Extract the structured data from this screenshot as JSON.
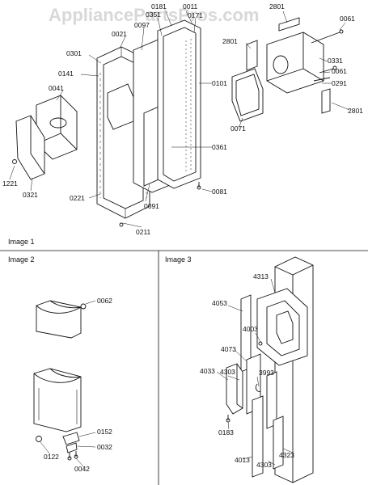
{
  "watermark": "AppliancePartsPros.com",
  "panels": [
    {
      "caption": "Image 1"
    },
    {
      "caption": "Image 2"
    },
    {
      "caption": "Image 3"
    }
  ],
  "image1": {
    "labels": [
      "0181",
      "0011",
      "0351",
      "0171",
      "2801",
      "0061",
      "0021",
      "0097",
      "0331",
      "2801",
      "0301",
      "0141",
      "0061",
      "0101",
      "0291",
      "0041",
      "0071",
      "2801",
      "0361",
      "0221",
      "0081",
      "1221",
      "0321",
      "0091",
      "0211"
    ]
  },
  "image2": {
    "labels": [
      "0062",
      "0152",
      "0032",
      "0122",
      "0042"
    ]
  },
  "image3": {
    "labels": [
      "4313",
      "4053",
      "4073",
      "4303",
      "4003",
      "4033",
      "3993",
      "0183",
      "4013",
      "4303",
      "4323"
    ]
  }
}
